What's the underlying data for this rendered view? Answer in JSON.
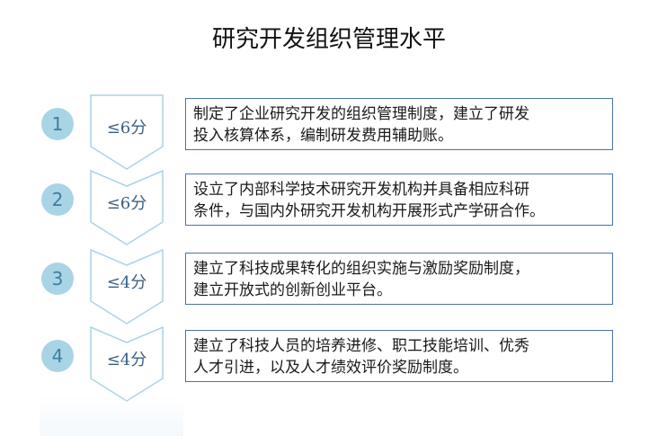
{
  "title": "研究开发组织管理水平",
  "steps": [
    {
      "number": "1",
      "score": "≤6分",
      "text": "制定了企业研究开发的组织管理制度，建立了研发\n投入核算体系，编制研发费用辅助账。"
    },
    {
      "number": "2",
      "score": "≤6分",
      "text": "设立了内部科学技术研究开发机构并具备相应科研\n条件，与国内外研究开发机构开展形式产学研合作。"
    },
    {
      "number": "3",
      "score": "≤4分",
      "text": "建立了科技成果转化的组织实施与激励奖励制度，\n建立开放式的创新创业平台。"
    },
    {
      "number": "4",
      "score": "≤4分",
      "text": "建立了科技人员的培养进修、职工技能培训、优秀\n人才引进，以及人才绩效评价奖励制度。"
    }
  ],
  "colors": {
    "circle_fill": "#a9d4e6",
    "circle_text": "#3d7fa0",
    "chevron_stroke": "#a9d4e6",
    "box_border": "#4a74a8",
    "score_text": "#3a5f86"
  }
}
